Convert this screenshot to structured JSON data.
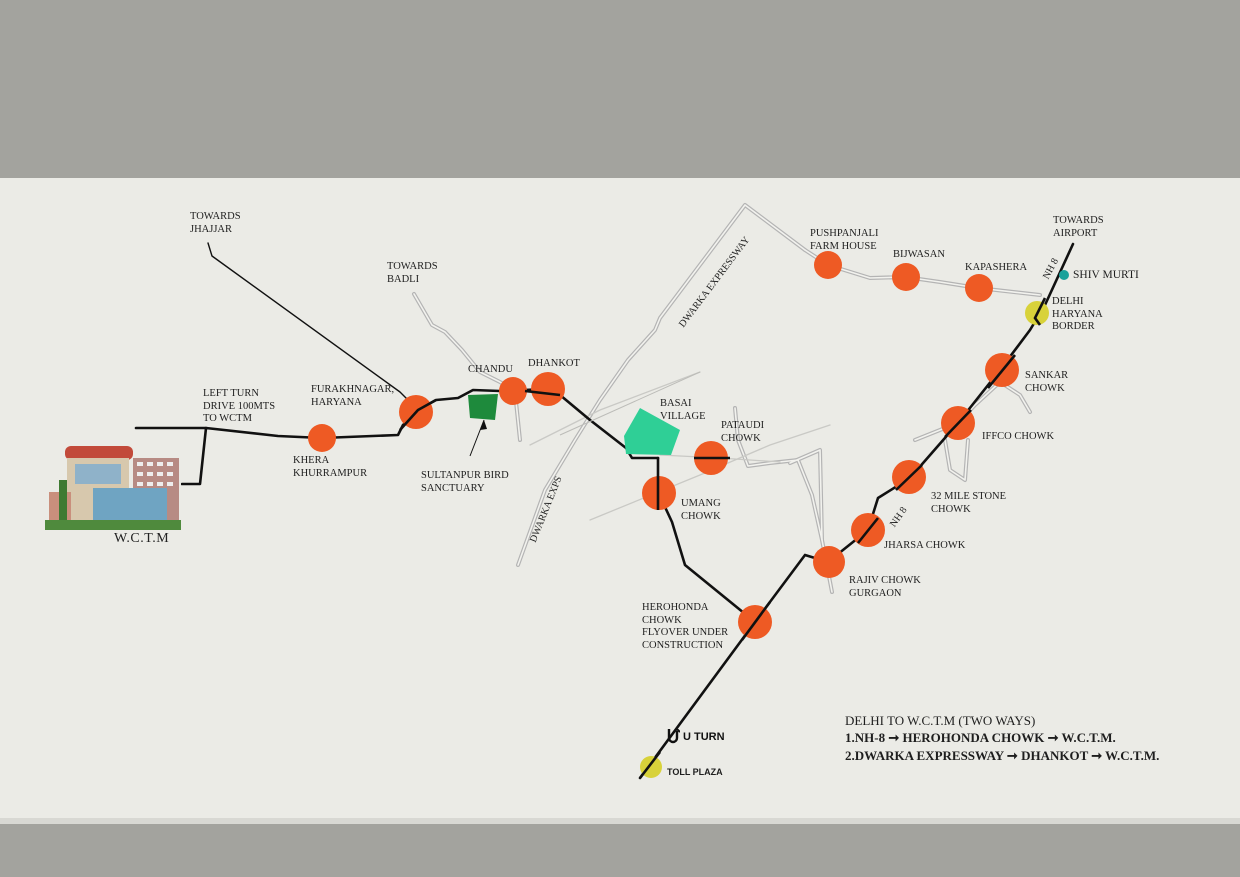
{
  "colors": {
    "junction": "#ee5a24",
    "toll": "#d8d23a",
    "sanctuary": "#1e8a3c",
    "village": "#2fcf96",
    "shiv_murti": "#1aa19a",
    "route": "#111111",
    "minor_road": "#bdbdbd"
  },
  "destination": {
    "label": "W.C.T.M"
  },
  "labels": {
    "towards_jhajjar": "TOWARDS\nJHAJJAR",
    "towards_badli": "TOWARDS\nBADLI",
    "left_turn": "LEFT TURN\nDRIVE 100MTS\nTO WCTM",
    "furakhnagar": "FURAKHNAGAR,\nHARYANA",
    "khera_khurrampur": "KHERA\nKHURRAMPUR",
    "chandu": "CHANDU",
    "dhankot": "DHANKOT",
    "sultanpur": "SULTANPUR BIRD\nSANCTUARY",
    "basai_village": "BASAI\nVILLAGE",
    "pataudi_chowk": "PATAUDI\nCHOWK",
    "umang_chowk": "UMANG\nCHOWK",
    "herohonda_chowk": "HEROHONDA\nCHOWK\nFLYOVER UNDER\nCONSTRUCTION",
    "toll_plaza": "TOLL PLAZA",
    "u_turn": "U TURN",
    "pushpanjali": "PUSHPANJALI\nFARM HOUSE",
    "bijwasan": "BIJWASAN",
    "kapashera": "KAPASHERA",
    "towards_airport": "TOWARDS\nAIRPORT",
    "shiv_murti": "SHIV MURTI",
    "delhi_haryana_border": "DELHI\nHARYANA\nBORDER",
    "sankar_chowk": "SANKAR\nCHOWK",
    "iffco_chowk": "IFFCO CHOWK",
    "mile_stone": "32 MILE STONE\nCHOWK",
    "jharsa_chowk": "JHARSA CHOWK",
    "rajiv_chowk": "RAJIV CHOWK\nGURGAON",
    "nh8_top": "NH 8",
    "nh8_mid": "NH 8",
    "dwarka_expressway": "DWARKA EXPRESSWAY",
    "dwarka_exps": "DWARKA EXPS"
  },
  "legend": {
    "title": "DELHI TO W.C.T.M (TWO WAYS)",
    "routes": [
      "1.NH-8 ➞ HEROHONDA CHOWK ➞ W.C.T.M.",
      "2.DWARKA EXPRESSWAY ➞ DHANKOT ➞ W.C.T.M."
    ]
  }
}
